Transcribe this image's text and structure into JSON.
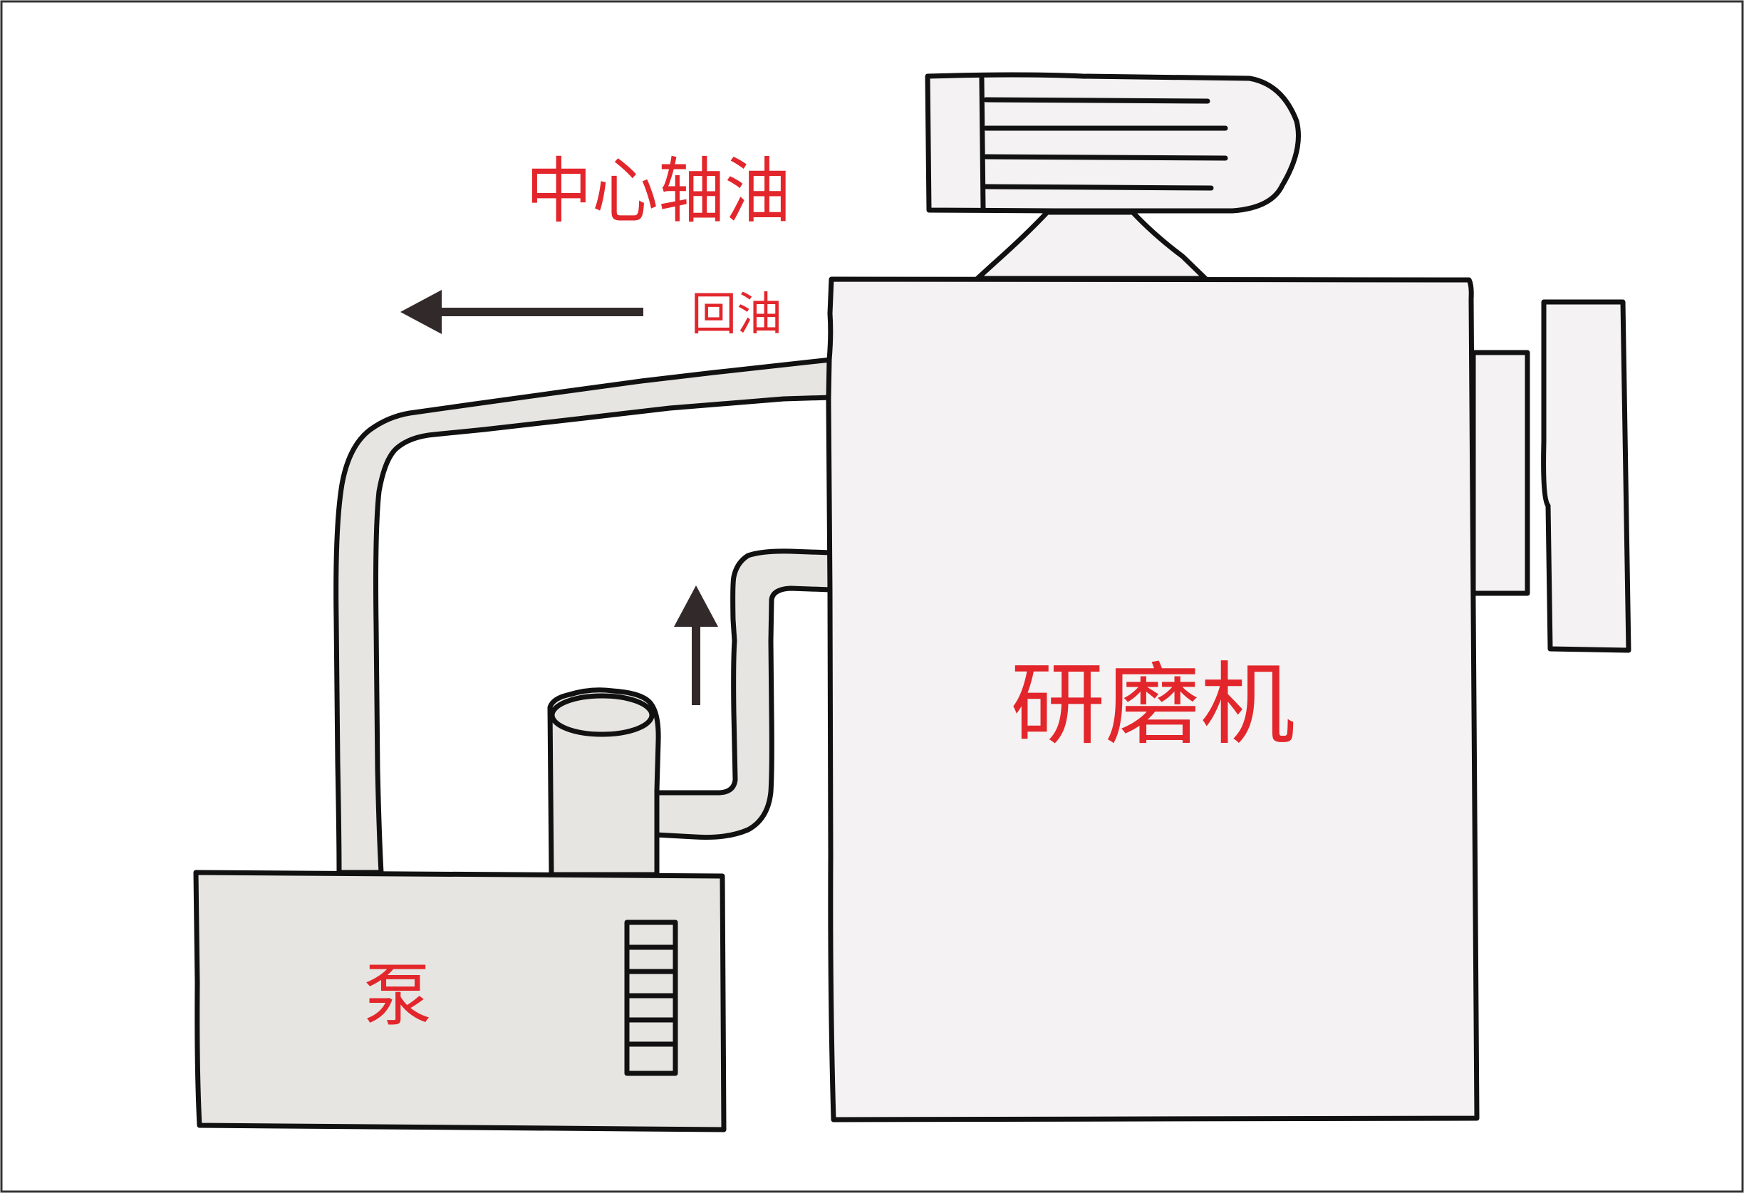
{
  "labels": {
    "center_shaft_oil": "中心轴油",
    "return_oil": "回油",
    "grinder": "研磨机",
    "pump": "泵"
  },
  "colors": {
    "label_red": "#e2262b",
    "outline": "#111111",
    "machine_fill": "#f4f2f2",
    "pump_fill": "#e7e5e1",
    "arrow": "#322a2a",
    "frame_border": "#333333"
  },
  "icons": {
    "return_arrow": "arrow-left-icon",
    "supply_arrow": "arrow-up-icon",
    "motor": "motor-icon"
  }
}
